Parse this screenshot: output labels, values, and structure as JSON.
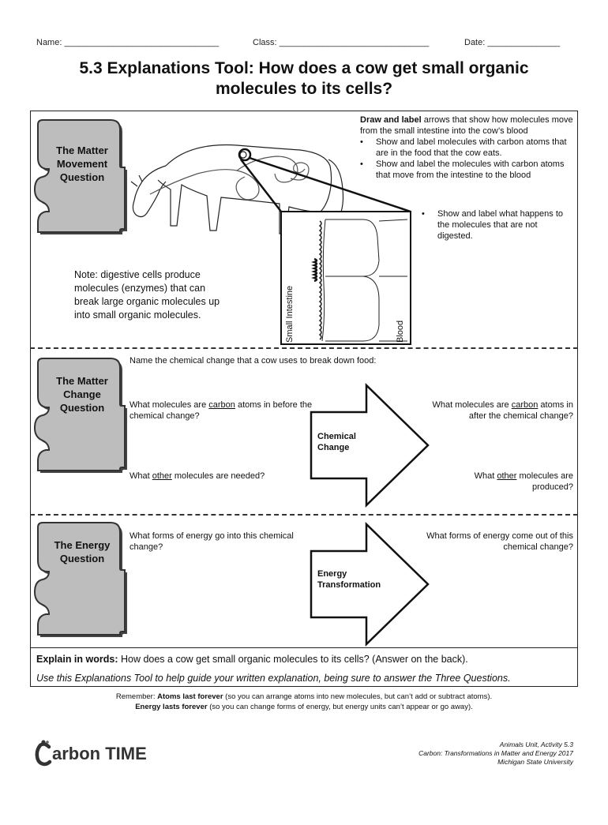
{
  "header": {
    "name_label": "Name: ________________________________",
    "class_label": "Class: _______________________________",
    "date_label": "Date: _______________"
  },
  "title": {
    "line1": "5.3 Explanations Tool: How does a cow get small organic",
    "line2": "molecules to its cells?"
  },
  "matter_movement": {
    "question_lines": [
      "The Matter",
      "Movement",
      "Question"
    ],
    "instructions_bold": "Draw and label",
    "instructions_rest": " arrows that show how molecules move from the small intestine into the cow’s blood",
    "bullets": [
      "Show and label molecules with carbon atoms that are in the food that the cow eats.",
      "Show and label the molecules with carbon atoms that move from the intestine to the blood"
    ],
    "bullet_extra": "Show and label what happens to the molecules that are not digested.",
    "note": "Note: digestive cells produce molecules (enzymes) that can break large organic molecules up into small organic molecules.",
    "diagram_label_intestine": "Small Intestine",
    "diagram_label_blood": "Blood"
  },
  "matter_change": {
    "question_lines": [
      "The Matter",
      "Change",
      "Question"
    ],
    "prompt": "Name the chemical change that a cow uses to break down food:",
    "carbon_before_pre": "What molecules are ",
    "carbon_before_u": "carbon",
    "carbon_before_post": " atoms in before the chemical change?",
    "carbon_after_pre": "What molecules are ",
    "carbon_after_u": "carbon",
    "carbon_after_post": " atoms in after the chemical change?",
    "other_needed_pre": "What ",
    "other_needed_u": "other",
    "other_needed_post": " molecules are needed?",
    "other_produced_pre": "What ",
    "other_produced_u": "other",
    "other_produced_post": " molecules are produced?",
    "arrow_line1": "Chemical",
    "arrow_line2": "Change"
  },
  "energy": {
    "question_lines": [
      "The Energy",
      "Question"
    ],
    "energy_in": "What forms of energy go into this chemical change?",
    "energy_out": "What forms of energy come out of this chemical change?",
    "arrow_line1": "Energy",
    "arrow_line2": "Transformation"
  },
  "explain": {
    "bold": "Explain in words:",
    "rest": " How does a cow get small organic molecules to its cells? (Answer on the back).",
    "italic": "Use this Explanations Tool to help guide your written explanation, being sure to answer the Three Questions."
  },
  "remember": {
    "pre": "Remember: ",
    "atoms_bold": "Atoms last forever",
    "atoms_rest": " (so you can arrange atoms into new molecules, but can’t add or subtract atoms).",
    "energy_bold": "Energy lasts forever",
    "energy_rest": " (so you can change forms of energy, but energy units can’t appear or go away)."
  },
  "footer": {
    "logo_text": "arbon TIME",
    "logo_letter": "C",
    "cite1": "Animals Unit, Activity 5.3",
    "cite2": "Carbon: Transformations in Matter and Energy 2017",
    "cite3": "Michigan State University"
  }
}
